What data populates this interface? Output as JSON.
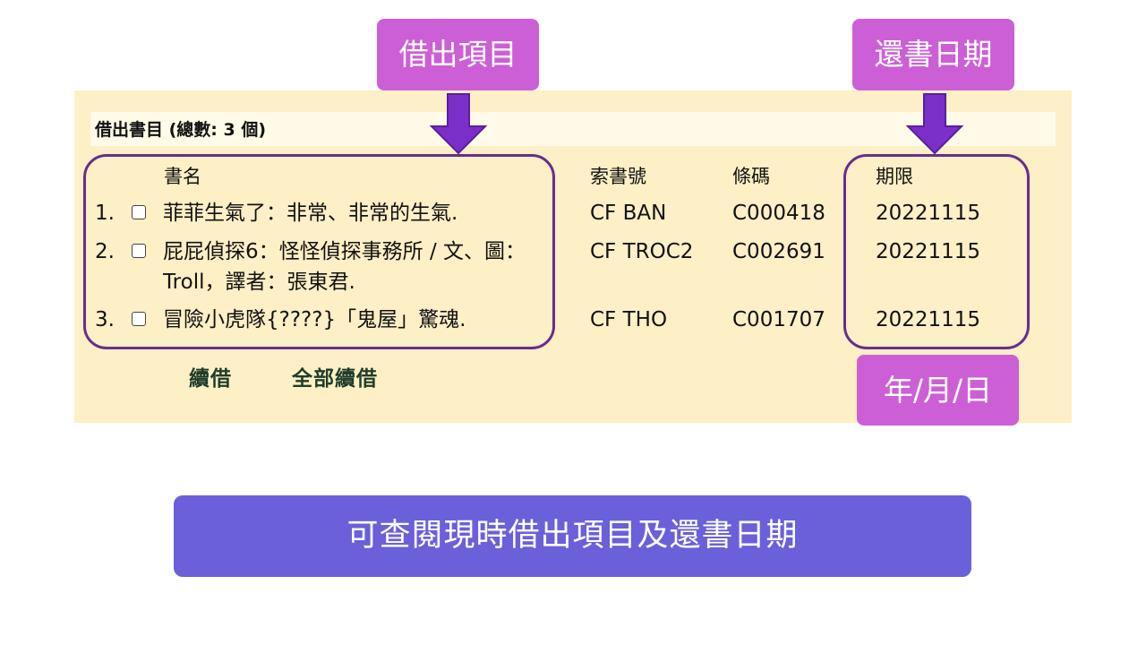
{
  "annotations": {
    "borrowed_items_tag": "借出項目",
    "due_date_tag": "還書日期",
    "date_format_tag": "年/月/日",
    "footer_banner": "可查閱現時借出項目及還書日期"
  },
  "loans": {
    "header": "借出書目 (總數: 3 個)",
    "columns": {
      "title": "書名",
      "call_number": "索書號",
      "barcode": "條碼",
      "due": "期限"
    },
    "rows": [
      {
        "index": "1.",
        "title": "菲菲生氣了：非常、非常的生氣.",
        "call_number": "CF BAN",
        "barcode": "C000418",
        "due": "20221115",
        "checked": false
      },
      {
        "index": "2.",
        "title": "屁屁偵探6：怪怪偵探事務所 / 文、圖：Troll，譯者：張東君.",
        "call_number": "CF TROC2",
        "barcode": "C002691",
        "due": "20221115",
        "checked": false
      },
      {
        "index": "3.",
        "title": "冒險小虎隊{????}「鬼屋」驚魂.",
        "call_number": "CF THO",
        "barcode": "C001707",
        "due": "20221115",
        "checked": false
      }
    ],
    "actions": {
      "renew": "續借",
      "renew_all": "全部續借"
    }
  },
  "colors": {
    "panel_bg": "#fdefc6",
    "tag_bg": "#cc5fd6",
    "frame_border": "#6a2c8e",
    "arrow_fill": "#7b2fc9",
    "banner_bg": "#6a60d9",
    "button_circle": "#b3e9d2"
  }
}
